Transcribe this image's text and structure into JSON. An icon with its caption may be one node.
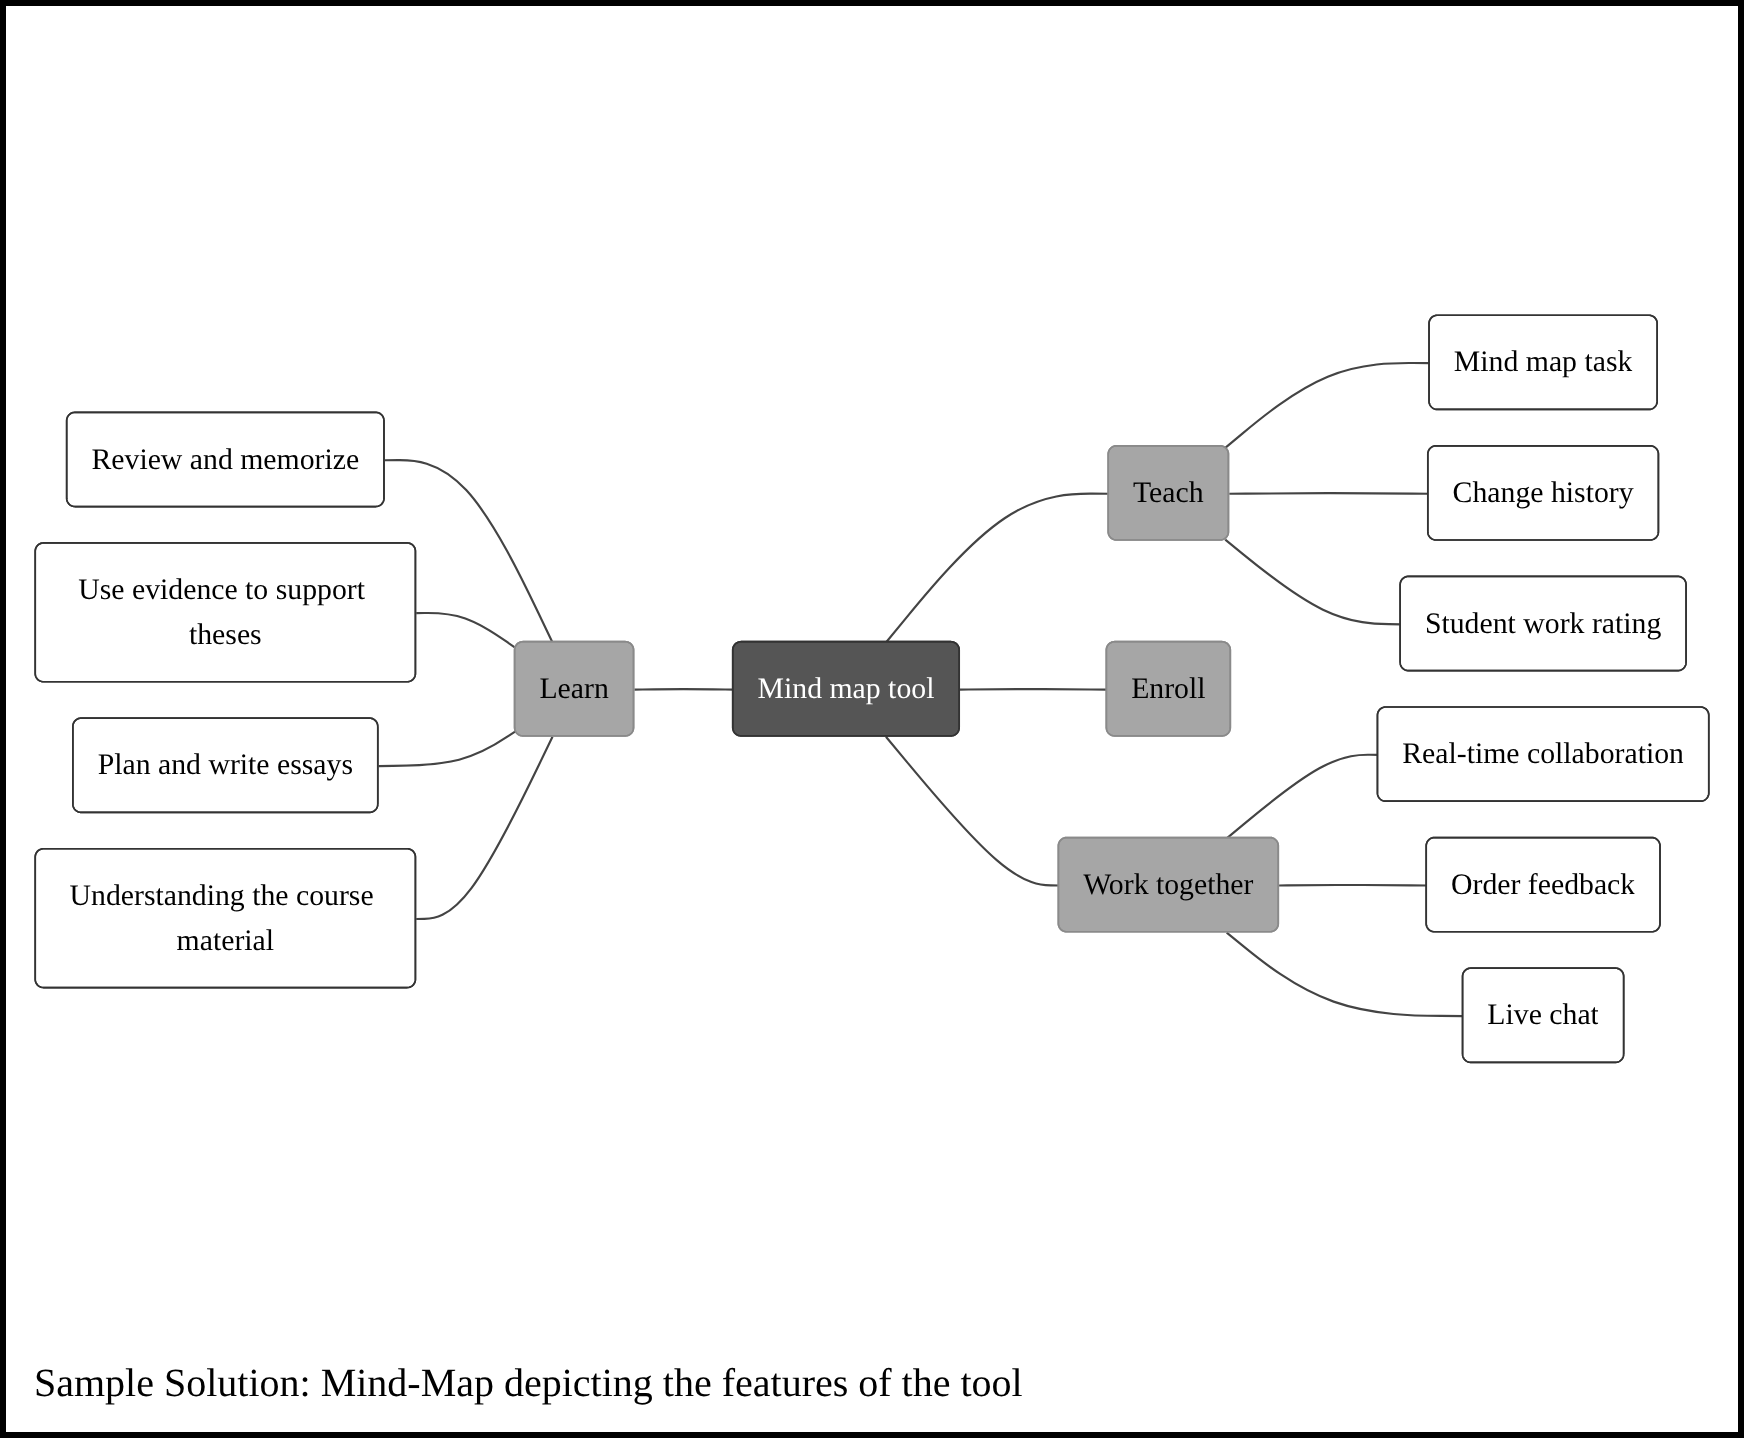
{
  "diagram": {
    "caption": "Sample Solution: Mind-Map depicting the features of the tool",
    "nodes": [
      {
        "text": [
          "Mind map tool"
        ]
      },
      {
        "text": [
          "Learn"
        ]
      },
      {
        "text": [
          "Teach"
        ]
      },
      {
        "text": [
          "Enroll"
        ]
      },
      {
        "text": [
          "Work together"
        ]
      },
      {
        "text": [
          "Review and memorize"
        ]
      },
      {
        "text": [
          "Use evidence to support theses"
        ]
      },
      {
        "text": [
          "Plan and write essays"
        ]
      },
      {
        "text": [
          "Understanding the course material"
        ]
      },
      {
        "text": [
          "Mind map task"
        ]
      },
      {
        "text": [
          "Change history"
        ]
      },
      {
        "text": [
          "Student work rating"
        ]
      },
      {
        "text": [
          "Real-time collaboration"
        ]
      },
      {
        "text": [
          "Order feedback"
        ]
      },
      {
        "text": [
          "Live chat"
        ]
      }
    ],
    "edges": [
      {
        "from": 1,
        "to": 0,
        "arrow": "none"
      },
      {
        "from": 0,
        "to": 2,
        "arrow": "none"
      },
      {
        "from": 0,
        "to": 3,
        "arrow": "none"
      },
      {
        "from": 0,
        "to": 4,
        "arrow": "none"
      },
      {
        "from": 5,
        "to": 1,
        "arrow": "none"
      },
      {
        "from": 6,
        "to": 1,
        "arrow": "none"
      },
      {
        "from": 7,
        "to": 1,
        "arrow": "none"
      },
      {
        "from": 8,
        "to": 1,
        "arrow": "none"
      },
      {
        "from": 2,
        "to": 9,
        "arrow": "none"
      },
      {
        "from": 2,
        "to": 10,
        "arrow": "none"
      },
      {
        "from": 2,
        "to": 11,
        "arrow": "none"
      },
      {
        "from": 4,
        "to": 12,
        "arrow": "none"
      },
      {
        "from": 4,
        "to": 13,
        "arrow": "none"
      },
      {
        "from": 4,
        "to": 14,
        "arrow": "none"
      }
    ]
  }
}
